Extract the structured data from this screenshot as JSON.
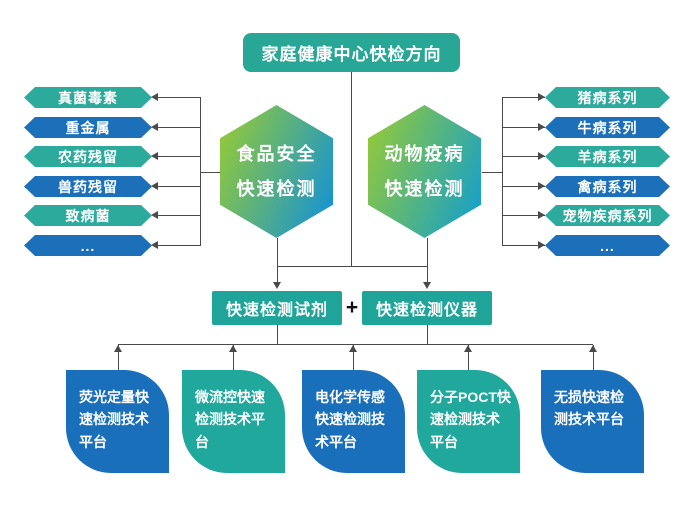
{
  "root": {
    "title": "家庭健康中心快检方向"
  },
  "hexagons": [
    {
      "label": "食品安全\n快速检测"
    },
    {
      "label": "动物疫病\n快速检测"
    }
  ],
  "left_group": {
    "items": [
      {
        "label": "真菌毒素",
        "variant": "teal"
      },
      {
        "label": "重金属",
        "variant": "blue"
      },
      {
        "label": "农药残留",
        "variant": "teal"
      },
      {
        "label": "兽药残留",
        "variant": "blue"
      },
      {
        "label": "致病菌",
        "variant": "teal"
      },
      {
        "label": "...",
        "variant": "blue"
      }
    ]
  },
  "right_group": {
    "items": [
      {
        "label": "猪病系列",
        "variant": "teal"
      },
      {
        "label": "牛病系列",
        "variant": "blue"
      },
      {
        "label": "羊病系列",
        "variant": "teal"
      },
      {
        "label": "禽病系列",
        "variant": "blue"
      },
      {
        "label": "宠物疾病系列",
        "variant": "teal"
      },
      {
        "label": "...",
        "variant": "blue"
      }
    ]
  },
  "middle_row": {
    "reagents": "快速检测试剂",
    "plus": "+",
    "instruments": "快速检测仪器"
  },
  "platforms": [
    {
      "label": "荧光定量快\n速检测技术\n平台",
      "variant": "blue"
    },
    {
      "label": "微流控快速\n检测技术平\n台",
      "variant": "teal"
    },
    {
      "label": "电化学传感\n快速检测技\n术平台",
      "variant": "blue"
    },
    {
      "label": "分子POCT快\n速检测技术\n平台",
      "variant": "teal"
    },
    {
      "label": "无损快速检\n测技术平台",
      "variant": "blue"
    }
  ],
  "palette": {
    "teal_box": "#28a796",
    "teal_badge": "#2caa9c",
    "blue": "#1b70b9",
    "card_blue": "#1a6fba",
    "card_teal": "#1fa89b",
    "hex_gradient_green": "#90c83d",
    "hex_gradient_blue": "#1693d2",
    "hex_gradient_teal": "#16a0c8",
    "line": "#4a4a4a"
  }
}
